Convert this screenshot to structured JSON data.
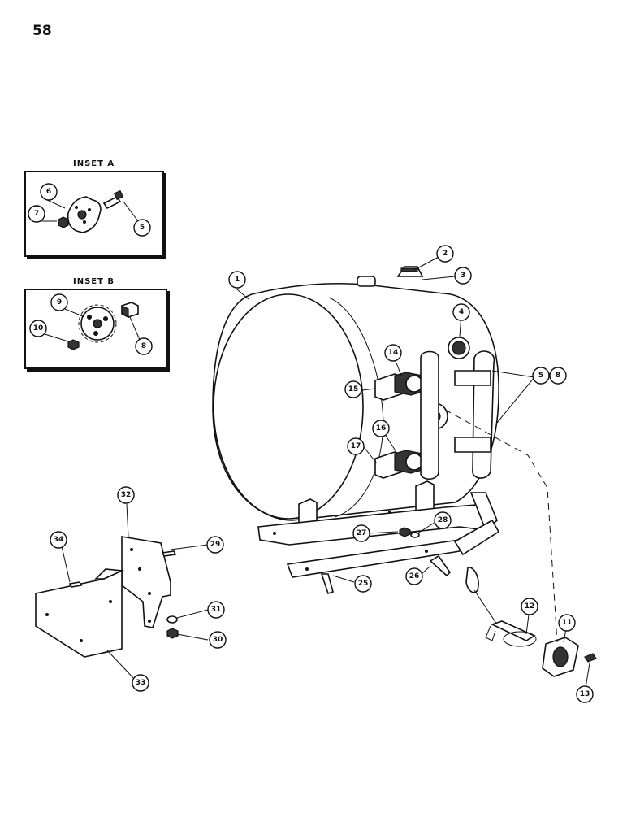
{
  "page": {
    "number": "58"
  },
  "insets": [
    {
      "id": "A",
      "title": "INSET A"
    },
    {
      "id": "B",
      "title": "INSET B"
    }
  ],
  "callouts": {
    "c1": "1",
    "c2": "2",
    "c3": "3",
    "c4": "4",
    "c5a": "5",
    "c5b": "5",
    "c6": "6",
    "c7": "7",
    "c8a": "8",
    "c8b": "8",
    "c9": "9",
    "c10": "10",
    "c11": "11",
    "c12": "12",
    "c13": "13",
    "c14": "14",
    "c15": "15",
    "c16": "16",
    "c17": "17",
    "c25": "25",
    "c26": "26",
    "c27": "27",
    "c28": "28",
    "c29": "29",
    "c30": "30",
    "c31": "31",
    "c32": "32",
    "c33": "33",
    "c34": "34"
  }
}
